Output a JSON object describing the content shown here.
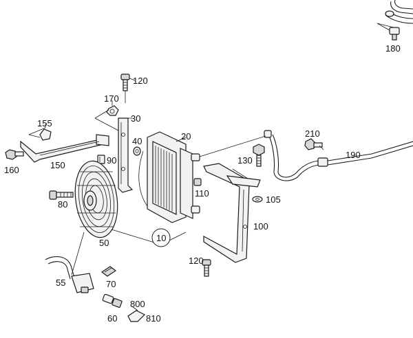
{
  "diagram": {
    "callouts": [
      {
        "key": "c180",
        "text": "180"
      },
      {
        "key": "c120a",
        "text": "120"
      },
      {
        "key": "c170",
        "text": "170"
      },
      {
        "key": "c30",
        "text": "30"
      },
      {
        "key": "c155",
        "text": "155"
      },
      {
        "key": "c20",
        "text": "20"
      },
      {
        "key": "c210",
        "text": "210"
      },
      {
        "key": "c40",
        "text": "40"
      },
      {
        "key": "c190",
        "text": "190"
      },
      {
        "key": "c160",
        "text": "160"
      },
      {
        "key": "c150",
        "text": "150"
      },
      {
        "key": "c90",
        "text": "90"
      },
      {
        "key": "c130",
        "text": "130"
      },
      {
        "key": "c110",
        "text": "110"
      },
      {
        "key": "c80",
        "text": "80"
      },
      {
        "key": "c105",
        "text": "105"
      },
      {
        "key": "c100",
        "text": "100"
      },
      {
        "key": "c10",
        "text": "10"
      },
      {
        "key": "c50",
        "text": "50"
      },
      {
        "key": "c120b",
        "text": "120"
      },
      {
        "key": "c55",
        "text": "55"
      },
      {
        "key": "c70",
        "text": "70"
      },
      {
        "key": "c800",
        "text": "800"
      },
      {
        "key": "c60",
        "text": "60"
      },
      {
        "key": "c810",
        "text": "810"
      }
    ]
  }
}
